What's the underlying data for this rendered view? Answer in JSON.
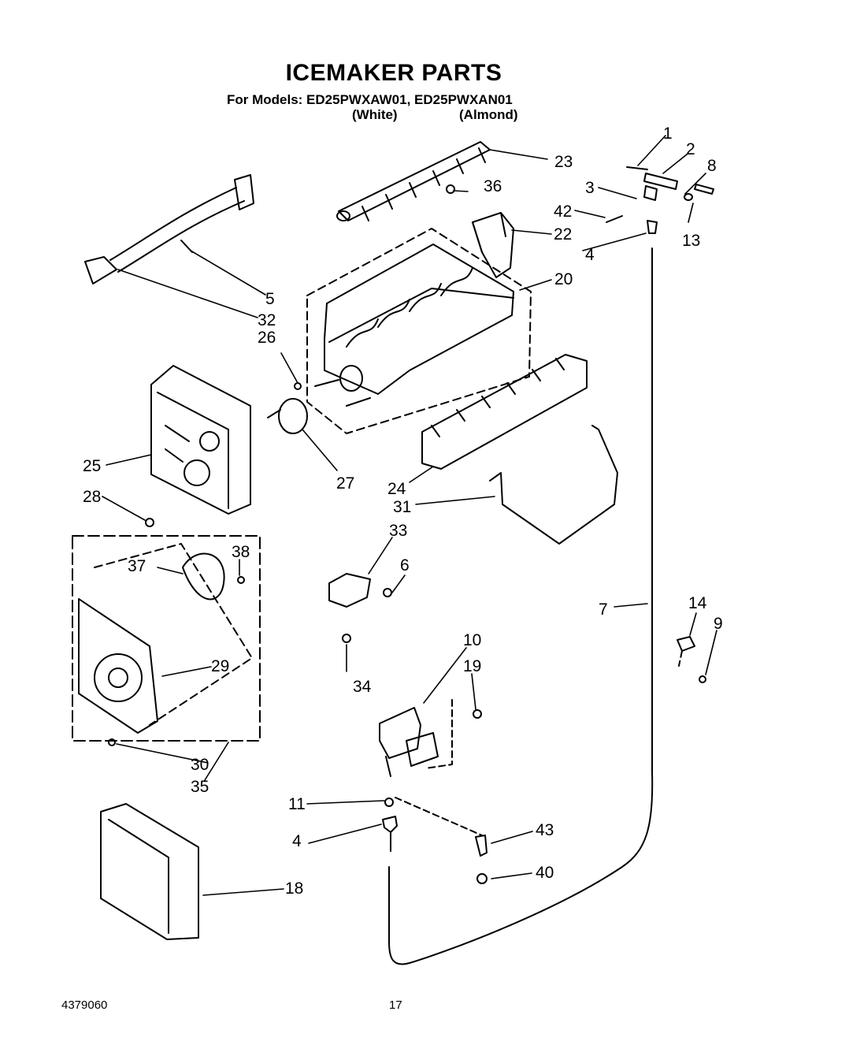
{
  "header": {
    "title": "ICEMAKER PARTS",
    "models_line": "For Models: ED25PWXAW01, ED25PWXAN01",
    "color_white": "(White)",
    "color_almond": "(Almond)"
  },
  "callouts": [
    "1",
    "2",
    "3",
    "4",
    "5",
    "6",
    "7",
    "8",
    "9",
    "10",
    "11",
    "13",
    "14",
    "18",
    "19",
    "20",
    "22",
    "23",
    "24",
    "25",
    "26",
    "27",
    "28",
    "29",
    "30",
    "31",
    "32",
    "33",
    "34",
    "35",
    "36",
    "37",
    "38",
    "40",
    "42",
    "43"
  ],
  "footer": {
    "doc_number": "4379060",
    "page_number": "17"
  }
}
